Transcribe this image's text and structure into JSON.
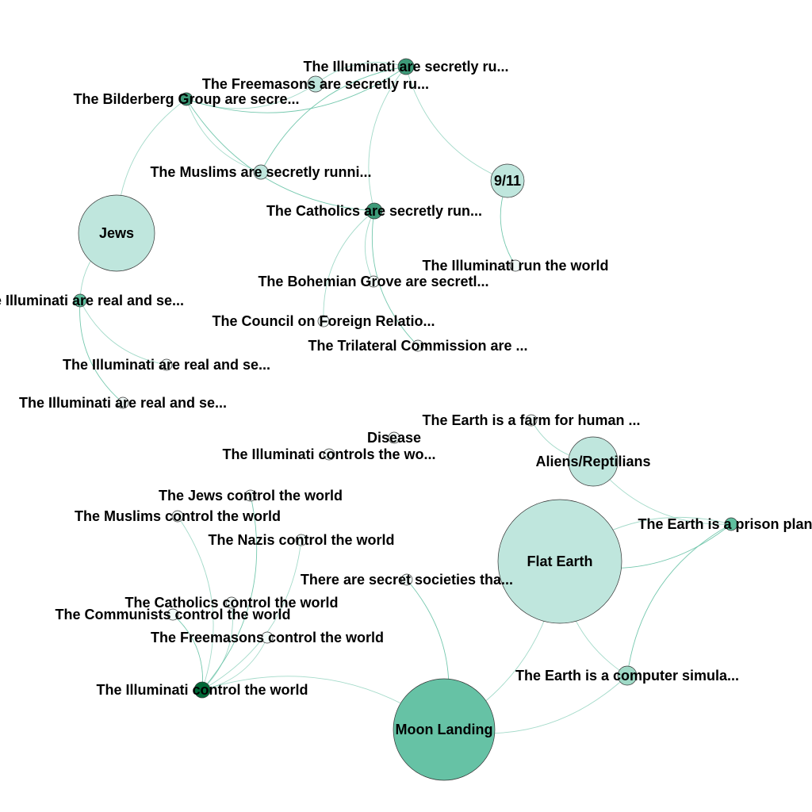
{
  "graph": {
    "nodes": [
      {
        "label": "The Illuminati are secretly ru...",
        "color": "#3d9a78"
      },
      {
        "label": "The Freemasons are secretly ru...",
        "color": "#bfe6dd"
      },
      {
        "label": "The Bilderberg Group are secre...",
        "color": "#3d9a78"
      },
      {
        "label": "The Muslims are secretly runni...",
        "color": "#bfe6dd"
      },
      {
        "label": "9/11",
        "color": "#bfe6dd"
      },
      {
        "label": "The Catholics are secretly run...",
        "color": "#3d9a78"
      },
      {
        "label": "Jews",
        "color": "#bfe6dd"
      },
      {
        "label": "The Illuminati run the world",
        "color": "#f2faf8"
      },
      {
        "label": "The Bohemian Grove are secretl...",
        "color": "#f2faf8"
      },
      {
        "label": "The Illuminati are real and se...",
        "color": "#5fbf9f"
      },
      {
        "label": "The Council on Foreign Relatio...",
        "color": "#f2faf8"
      },
      {
        "label": "The Trilateral Commission are ...",
        "color": "#f2faf8"
      },
      {
        "label": "The Illuminati are real and se...",
        "color": "#f2faf8"
      },
      {
        "label": "The Illuminati are real and se...",
        "color": "#f2faf8"
      },
      {
        "label": "The Earth is a farm for human ...",
        "color": "#f2faf8"
      },
      {
        "label": "Disease",
        "color": "#f2faf8"
      },
      {
        "label": "The Illuminati controls the wo...",
        "color": "#f2faf8"
      },
      {
        "label": "Aliens/Reptilians",
        "color": "#bfe6dd"
      },
      {
        "label": "The Jews control the world",
        "color": "#f2faf8"
      },
      {
        "label": "The Muslims control the world",
        "color": "#f2faf8"
      },
      {
        "label": "Flat Earth",
        "color": "#bfe6dd"
      },
      {
        "label": "The Earth is a prison plan...",
        "color": "#5fbf9f"
      },
      {
        "label": "The Nazis control the world",
        "color": "#f2faf8"
      },
      {
        "label": "There are secret societies tha...",
        "color": "#f2faf8"
      },
      {
        "label": "The Catholics control the world",
        "color": "#f2faf8"
      },
      {
        "label": "The Communists control the world",
        "color": "#f2faf8"
      },
      {
        "label": "The Freemasons control the world",
        "color": "#f2faf8"
      },
      {
        "label": "The Earth is a computer simula...",
        "color": "#9fd9c6"
      },
      {
        "label": "The Illuminati control the world",
        "color": "#006837"
      },
      {
        "label": "Moon Landing",
        "color": "#66c2a5"
      }
    ],
    "edges": [
      [
        2,
        0
      ],
      [
        2,
        1
      ],
      [
        2,
        3
      ],
      [
        2,
        5
      ],
      [
        2,
        6
      ],
      [
        0,
        1
      ],
      [
        0,
        3
      ],
      [
        0,
        5
      ],
      [
        0,
        4
      ],
      [
        4,
        7
      ],
      [
        5,
        8
      ],
      [
        5,
        10
      ],
      [
        5,
        11
      ],
      [
        6,
        9
      ],
      [
        9,
        12
      ],
      [
        9,
        13
      ],
      [
        14,
        17
      ],
      [
        17,
        21
      ],
      [
        20,
        21
      ],
      [
        21,
        20
      ],
      [
        20,
        27
      ],
      [
        21,
        27
      ],
      [
        29,
        20
      ],
      [
        29,
        27
      ],
      [
        29,
        23
      ],
      [
        29,
        28
      ],
      [
        28,
        19
      ],
      [
        28,
        18
      ],
      [
        28,
        22
      ],
      [
        28,
        24
      ],
      [
        28,
        25
      ],
      [
        28,
        26
      ]
    ],
    "edge_color": "#66c2a5"
  }
}
